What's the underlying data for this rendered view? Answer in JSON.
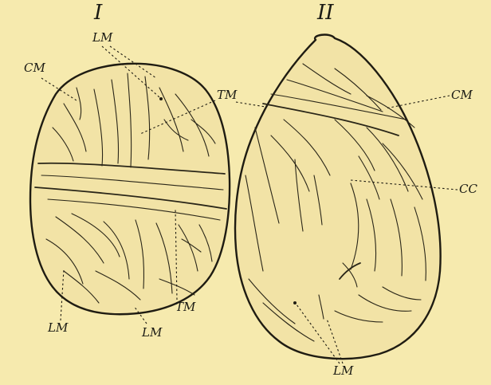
{
  "figure": {
    "panel_1": {
      "numeral": "I",
      "labels": {
        "lm_top": "LM",
        "cm": "CM",
        "tm_top": "TM",
        "lm_bottom_left": "LM",
        "lm_bottom_mid": "LM",
        "tm_bottom": "TM"
      }
    },
    "panel_2": {
      "numeral": "II",
      "labels": {
        "cm": "CM",
        "cc": "CC",
        "lm_bottom": "LM"
      }
    }
  },
  "colors": {
    "background": "#f6eaae",
    "ink": "#1f1c12"
  }
}
